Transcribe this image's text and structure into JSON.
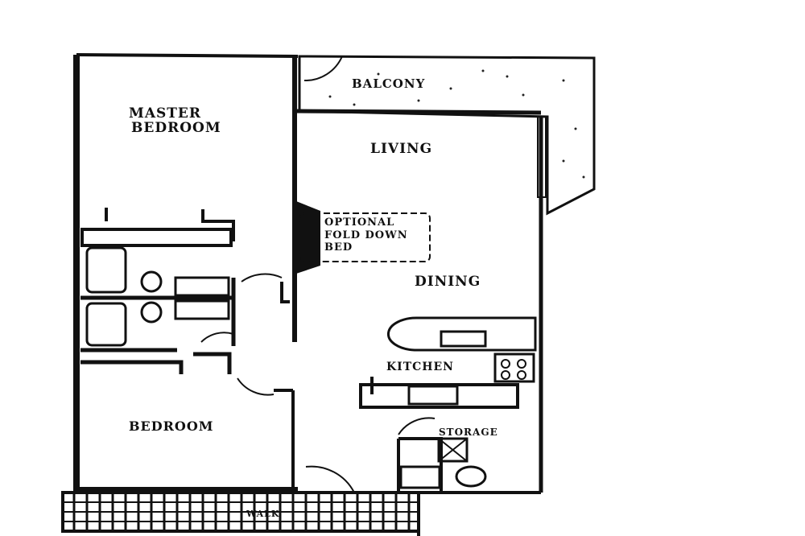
{
  "plan": {
    "rooms": {
      "master_line1": "MASTER",
      "master_line2": "BEDROOM",
      "balcony": "BALCONY",
      "living": "LIVING",
      "fold_line1": "OPTIONAL",
      "fold_line2": "FOLD DOWN",
      "fold_line3": "BED",
      "dining": "DINING",
      "kitchen": "KITCHEN",
      "bedroom": "BEDROOM",
      "storage": "STORAGE",
      "walk": "WALK"
    },
    "colors": {
      "ink": "#111111",
      "paper": "#ffffff"
    }
  }
}
